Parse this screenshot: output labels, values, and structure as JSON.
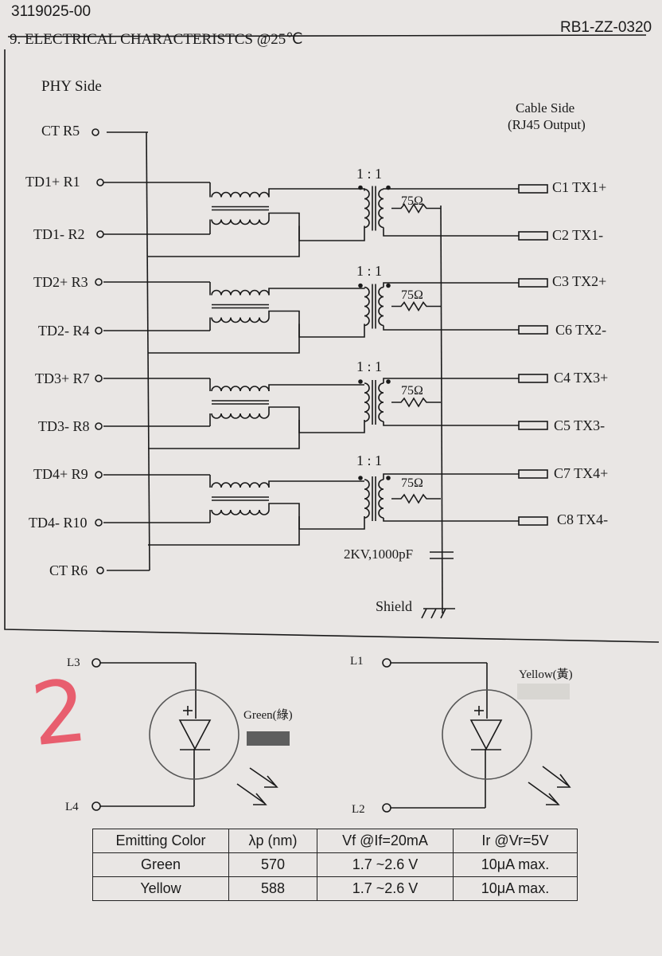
{
  "header": {
    "doc_number_partial": "3119025-00",
    "part_number": "RB1-ZZ-0320",
    "section_title": "9. ELECTRICAL CHARACTERISTCS @25℃"
  },
  "schematic": {
    "phy_side_label": "PHY Side",
    "cable_side_label": "Cable Side",
    "cable_side_sub": "(RJ45 Output)",
    "phy_pins": [
      "CT R5",
      "TD1+ R1",
      "TD1- R2",
      "TD2+ R3",
      "TD2- R4",
      "TD3+ R7",
      "TD3- R8",
      "TD4+ R9",
      "TD4- R10",
      "CT R6"
    ],
    "cable_pins": [
      "C1 TX1+",
      "C2 TX1-",
      "C3 TX2+",
      "C6 TX2-",
      "C4 TX3+",
      "C5 TX3-",
      "C7 TX4+",
      "C8 TX4-"
    ],
    "ratio_label": "1 : 1",
    "resistor_label": "75Ω",
    "capacitor_label": "2KV,1000pF",
    "shield_label": "Shield"
  },
  "leds": {
    "left": {
      "top_pin": "L3",
      "bottom_pin": "L4",
      "color_label": "Green(綠)",
      "swatch": "#5e5e5e"
    },
    "right": {
      "top_pin": "L1",
      "bottom_pin": "L2",
      "color_label": "Yellow(黃)",
      "swatch": "#d8d6d2"
    },
    "handwritten_mark": "2"
  },
  "led_table": {
    "headers": [
      "Emitting Color",
      "λp (nm)",
      "Vf @If=20mA",
      "Ir @Vr=5V"
    ],
    "rows": [
      [
        "Green",
        "570",
        "1.7 ~2.6 V",
        "10μA max."
      ],
      [
        "Yellow",
        "588",
        "1.7 ~2.6 V",
        "10μA max."
      ]
    ]
  },
  "colors": {
    "paper": "#e9e6e4",
    "ink": "#1a1a1a",
    "handwriting": "#e8475a"
  }
}
